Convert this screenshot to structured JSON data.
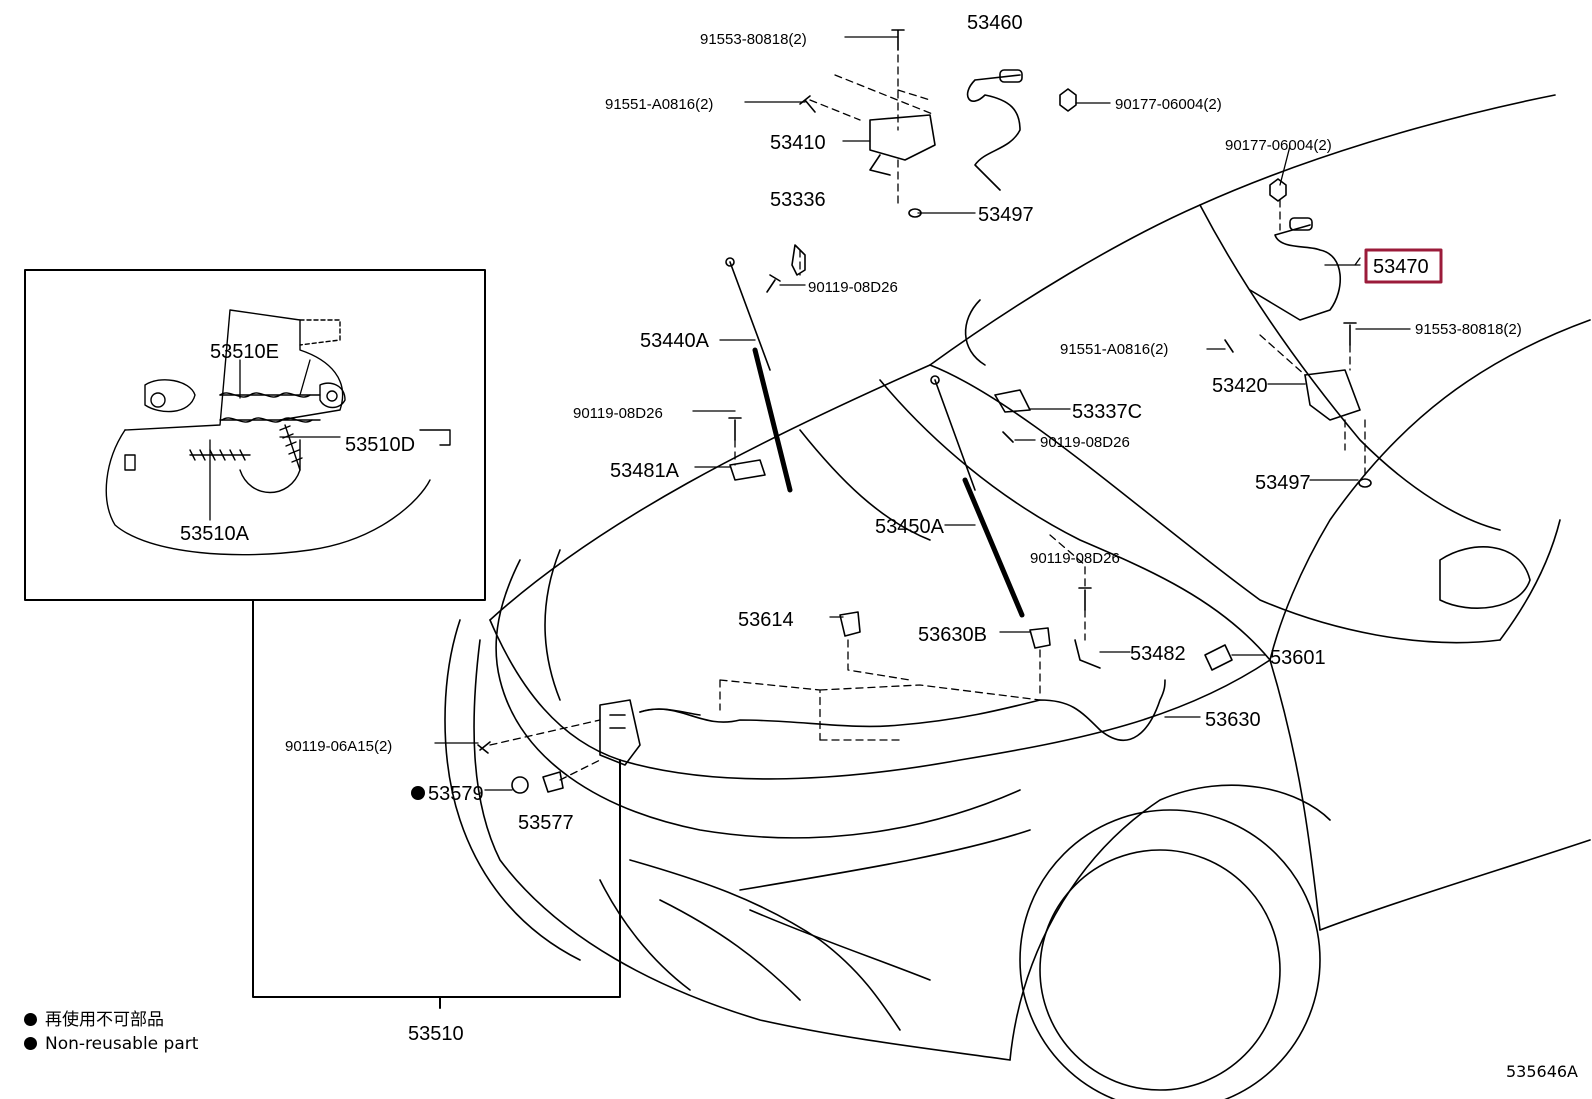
{
  "diagram": {
    "reference_code": "535646A",
    "highlighted_part": "53470",
    "legend": {
      "symbol": "dot",
      "japanese": "再使用不可部品",
      "english": "Non-reusable part"
    },
    "labels": {
      "p91553_top": "91553-80818(2)",
      "p53460": "53460",
      "p91551_top": "91551-A0816(2)",
      "p90177_top": "90177-06004(2)",
      "p53410": "53410",
      "p53497_top": "53497",
      "p53336": "53336",
      "p90119_08d26_a": "90119-08D26",
      "p90177_right": "90177-06004(2)",
      "p53470": "53470",
      "p91553_right": "91553-80818(2)",
      "p91551_right": "91551-A0816(2)",
      "p53420": "53420",
      "p53440a": "53440A",
      "p53337c": "53337C",
      "p90119_08d26_b": "90119-08D26",
      "p90119_08d26_c": "90119-08D26",
      "p53481a": "53481A",
      "p53497_right": "53497",
      "p53450a": "53450A",
      "p90119_08d26_d": "90119-08D26",
      "p53614": "53614",
      "p53630b": "53630B",
      "p53482": "53482",
      "p53601": "53601",
      "p53630": "53630",
      "p90119_06a15": "90119-06A15(2)",
      "p53579": "53579",
      "p53577": "53577",
      "p53510": "53510",
      "p53510e": "53510E",
      "p53510d": "53510D",
      "p53510a": "53510A"
    }
  }
}
